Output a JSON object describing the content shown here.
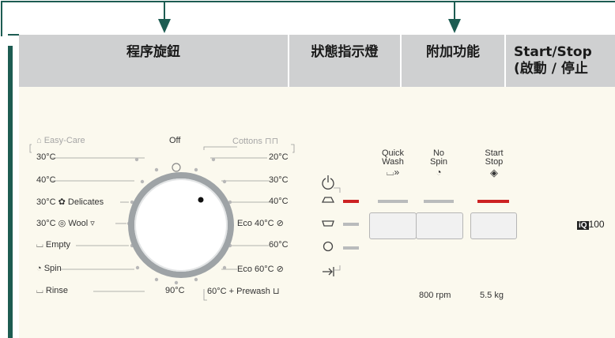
{
  "header": {
    "col1": "程序旋鈕",
    "col2": "狀態指示燈",
    "col3": "附加功能",
    "col4_line1": "Start/Stop",
    "col4_line2": "(啟動 / 停止"
  },
  "dial": {
    "left_group": "Easy-Care",
    "top_label": "Off",
    "right_group": "Cottons",
    "left": [
      {
        "temp": "30°C",
        "name": ""
      },
      {
        "temp": "40°C",
        "name": ""
      },
      {
        "temp": "30°C",
        "name": "Delicates"
      },
      {
        "temp": "30°C",
        "name": "Wool"
      },
      {
        "temp": "",
        "name": "Empty"
      },
      {
        "temp": "",
        "name": "Spin"
      },
      {
        "temp": "",
        "name": "Rinse"
      }
    ],
    "right": [
      "20°C",
      "30°C",
      "40°C",
      "Eco 40°C",
      "60°C",
      "Eco 60°C",
      "60°C + Prewash"
    ],
    "bottom_label": "90°C"
  },
  "options": {
    "quick_wash_1": "Quick",
    "quick_wash_2": "Wash",
    "no_spin_1": "No",
    "no_spin_2": "Spin",
    "start_1": "Start",
    "start_2": "Stop",
    "rpm": "800 rpm",
    "capacity": "5.5 kg"
  },
  "brand": {
    "logo": "iQ",
    "model": "100"
  },
  "colors": {
    "header": "#cfd0d1",
    "teal": "#1d5c52",
    "red": "#cc2222"
  }
}
